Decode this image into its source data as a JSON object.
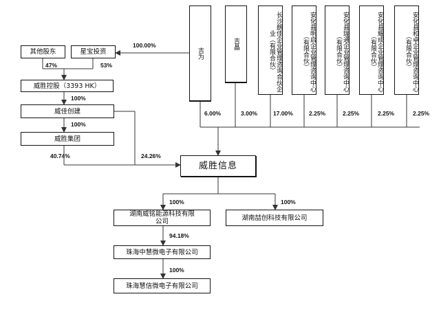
{
  "top_shareholders": [
    {
      "name": "吉为",
      "pct": "6.00%"
    },
    {
      "name": "吉晶",
      "pct": "3.00%"
    },
    {
      "name": "长沙朗佳企业管理咨询合伙企业（有限合伙）",
      "pct": "17.00%"
    },
    {
      "name": "安化县明启企业管理咨询中心（有限合伙）",
      "pct": "2.25%"
    },
    {
      "name": "安化县瑞通企业管理咨询中心（有限合伙）",
      "pct": "2.25%"
    },
    {
      "name": "安化县耀成企业管理咨询中心（有限合伙）",
      "pct": "2.25%"
    },
    {
      "name": "安化县和卓企业管理咨询中心（有限合伙）",
      "pct": "2.25%"
    }
  ],
  "other_holders": {
    "name": "其他股东",
    "pct": "47%"
  },
  "xingbao": {
    "name": "星宝投资",
    "pct": "53%"
  },
  "xingbao_to_holdings_pct": "100.00%",
  "weisheng_holdings": {
    "name": "威胜控股（3393 HK）",
    "pct": "100%"
  },
  "weijia": {
    "name": "威佳创建",
    "pct": "100%"
  },
  "weisheng_group": {
    "name": "威胜集团",
    "pct": "40.74%"
  },
  "direct_holding_pct": "24.26%",
  "weisheng_info": {
    "name": "威胜信息"
  },
  "sub_weiming": {
    "name": "湖南威铭能源科技有限公司",
    "pct": "100%"
  },
  "sub_zhechuang": {
    "name": "湖南喆创科技有限公司",
    "pct": "100%"
  },
  "zhuhai_zhonghui": {
    "name": "珠海中慧微电子有限公司",
    "pct": "94.18%"
  },
  "zhuhai_huixin": {
    "name": "珠海慧信微电子有限公司",
    "pct": "100%"
  }
}
